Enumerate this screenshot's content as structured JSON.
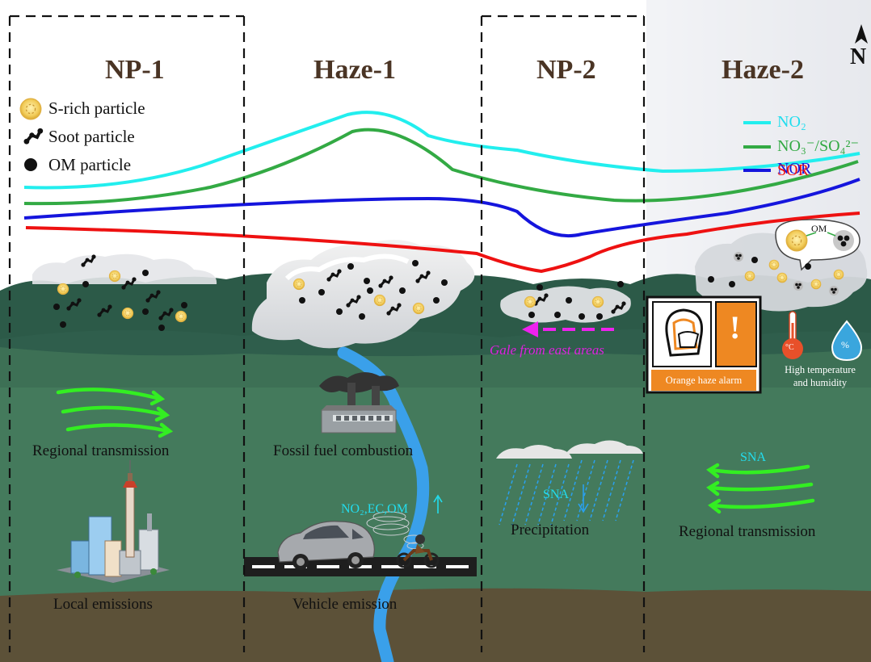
{
  "periods": [
    "NP-1",
    "Haze-1",
    "NP-2",
    "Haze-2"
  ],
  "north_label": "N",
  "legend_particles": [
    {
      "label": "S-rich particle",
      "icon": "s-rich-particle-icon"
    },
    {
      "label": "Soot particle",
      "icon": "soot-particle-icon"
    },
    {
      "label": "OM particle",
      "icon": "om-particle-icon"
    }
  ],
  "legend_lines": [
    {
      "label": "NO₂",
      "color": "#22eeee"
    },
    {
      "label": "NO₃⁻/SO₄²⁻",
      "color": "#33aa44"
    },
    {
      "label": "NOR",
      "color": "#1515dd"
    },
    {
      "label": "SOR",
      "color": "#ee1111"
    }
  ],
  "captions": {
    "regional_transmission_left": "Regional transmission",
    "local_emissions": "Local emissions",
    "fossil_fuel": "Fossil fuel combustion",
    "vehicle_emission": "Vehicle emission",
    "vehicle_chem": "NO₂,EC,OM",
    "precipitation": "Precipitation",
    "precip_sna": "SNA",
    "gale": "Gale from east areas",
    "alarm": "Orange haze alarm",
    "high_temp": "High temperature",
    "humidity": "and humidity",
    "temp_symbol": "°C",
    "humidity_symbol": "%",
    "om_bubble": "OM",
    "sna_right": "SNA",
    "regional_transmission_right": "Regional transmission",
    "alarm_exclaim": "!"
  },
  "colors": {
    "mountain": "#2c5a48",
    "land": "#447a5c",
    "ground": "#5c5138",
    "river": "#3aa0ea",
    "wind_green": "#33ee22",
    "alarm_orange": "#ee8822",
    "gale_magenta": "#ee22ee"
  }
}
